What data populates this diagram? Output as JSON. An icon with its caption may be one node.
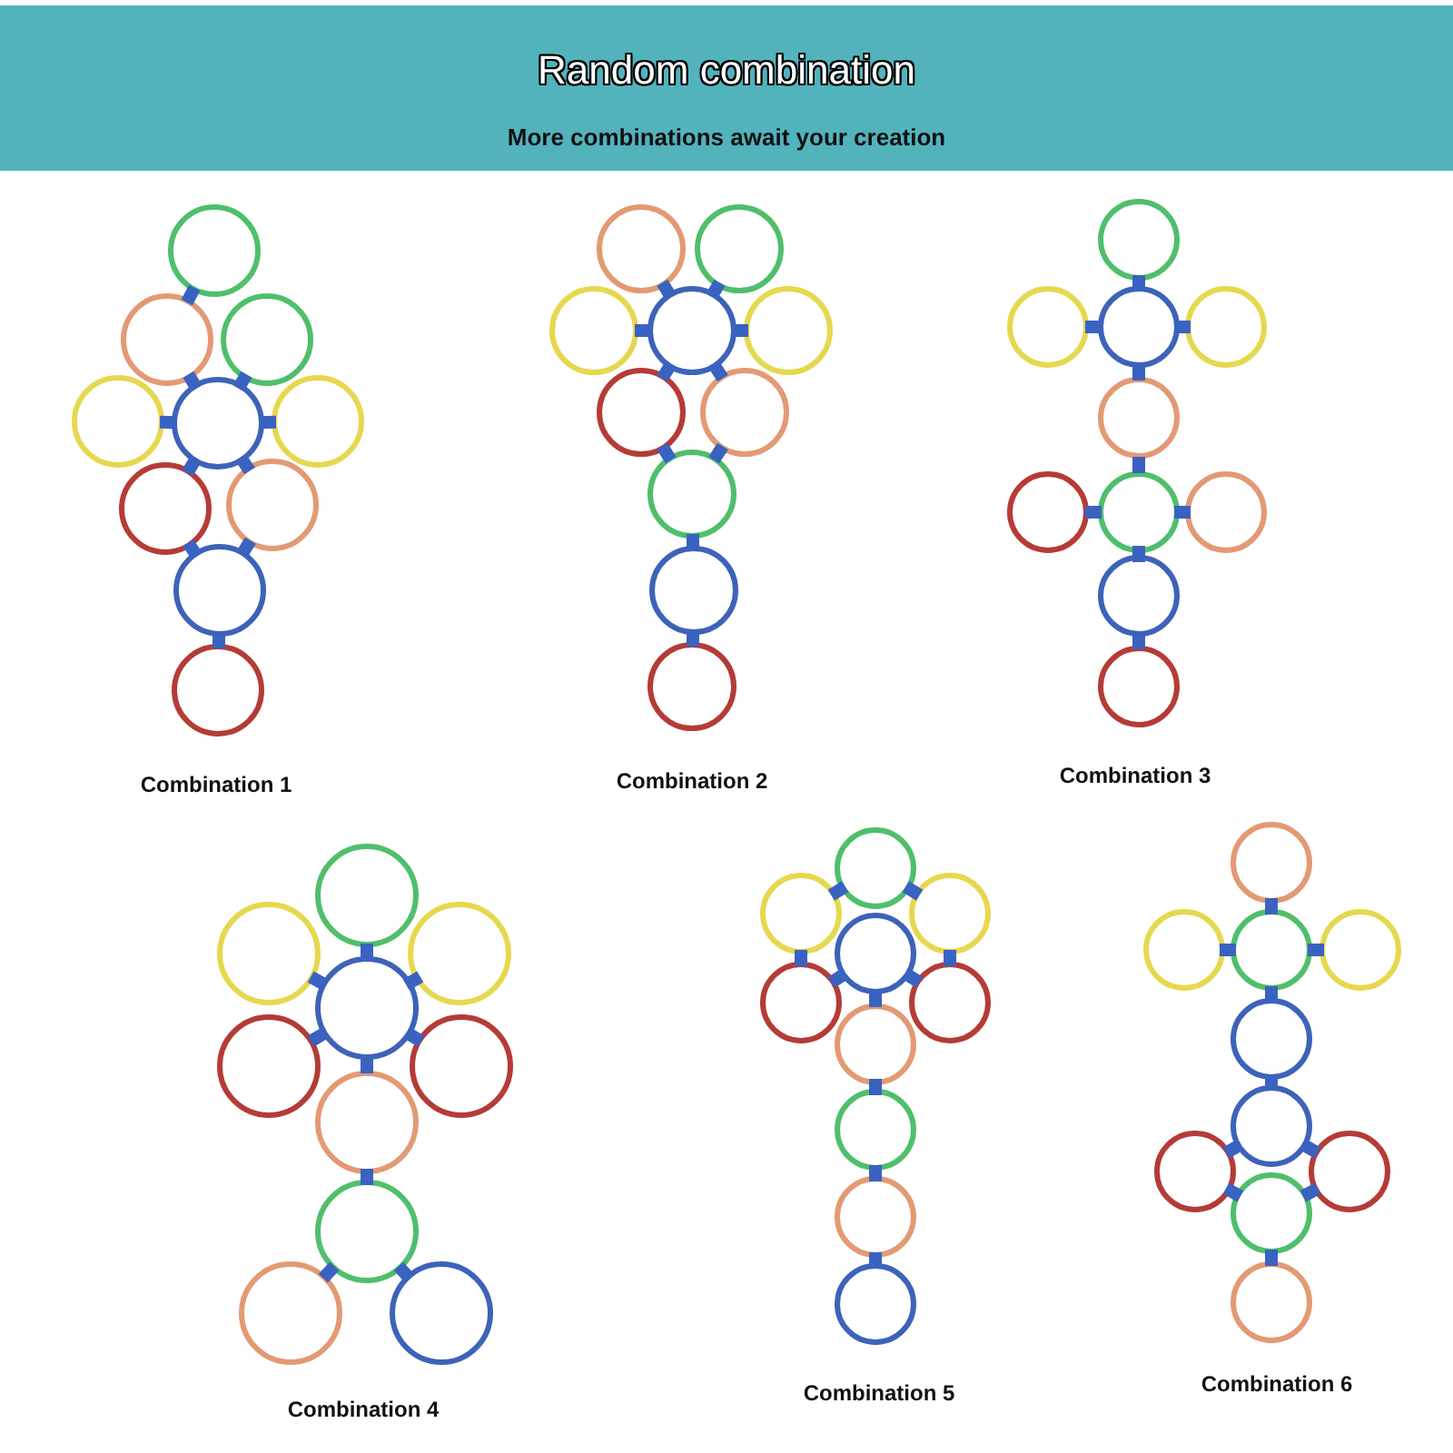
{
  "diagram": {
    "title": "Random combination",
    "labels": [
      "More combinations await your creation",
      "Combination 1",
      "Combination 2",
      "Combination 3",
      "Combination 4",
      "Combination 5",
      "Combination 6"
    ]
  }
}
